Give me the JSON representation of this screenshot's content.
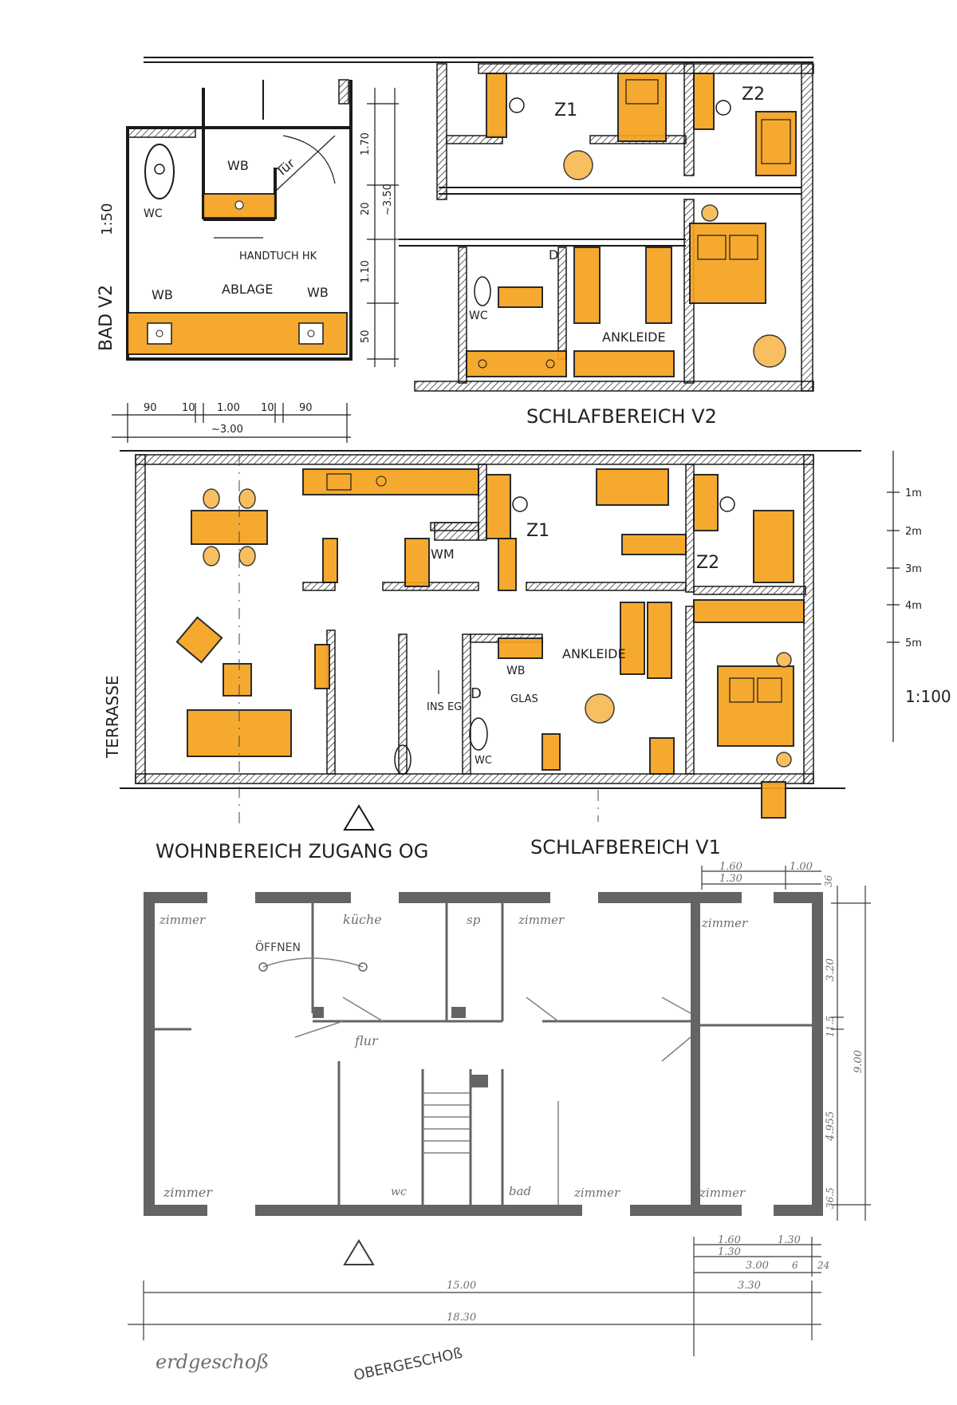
{
  "top_plan": {
    "bath_labels": {
      "wc": "WC",
      "wb_small": "WB",
      "door": "Tür",
      "towel": "HANDTUCH HK",
      "wb_left": "WB",
      "shelf": "ABLAGE",
      "wb_right": "WB",
      "title": "BAD V2",
      "scale": "1:50"
    },
    "bath_dims_vertical": [
      "1.70",
      "20",
      "~3.50",
      "1.10",
      "50"
    ],
    "bath_dims_horizontal": [
      "90",
      "10",
      "1.00",
      "10",
      "90"
    ],
    "bath_total": "~3.00",
    "rooms": {
      "z1": "Z1",
      "z2": "Z2",
      "dressing": "ANKLEIDE",
      "wc": "WC",
      "d": "D"
    },
    "title": "SCHLAFBEREICH V2"
  },
  "middle_plan": {
    "labels": {
      "z1": "Z1",
      "z2": "Z2",
      "wm": "WM",
      "dressing": "ANKLEIDE",
      "wb": "WB",
      "d": "D",
      "glass": "GLAS",
      "wc": "WC",
      "stairs": "INS EG",
      "terrace": "TERRASSE"
    },
    "title_living": "WOHNBEREICH ZUGANG OG",
    "title_sleep": "SCHLAFBEREICH V1",
    "scale_ticks": [
      "1m",
      "2m",
      "3m",
      "4m",
      "5m"
    ],
    "scale": "1:100"
  },
  "bottom_plan": {
    "rooms": {
      "zimmer_tl": "zimmer",
      "kueche": "küche",
      "sp": "sp",
      "zimmer_tm": "zimmer",
      "zimmer_tr": "zimmer",
      "flur": "flur",
      "zimmer_bl": "zimmer",
      "wc": "wc",
      "bad": "bad",
      "zimmer_bm": "zimmer",
      "zimmer_br": "zimmer",
      "oeffnen": "ÖFFNEN"
    },
    "dims_top": [
      "1.60",
      "1.00",
      "1.30",
      "36"
    ],
    "dims_right": [
      "3.20",
      "11.5",
      "9.00",
      "4.955",
      "36.5"
    ],
    "dims_bottom": [
      "1.60",
      "1.30",
      "1.30",
      "3.00",
      "6",
      "24",
      "3.30",
      "15.00",
      "18.30"
    ],
    "floor_label": "erdgeschoß",
    "floor_label_2": "OBERGESCHOß"
  }
}
